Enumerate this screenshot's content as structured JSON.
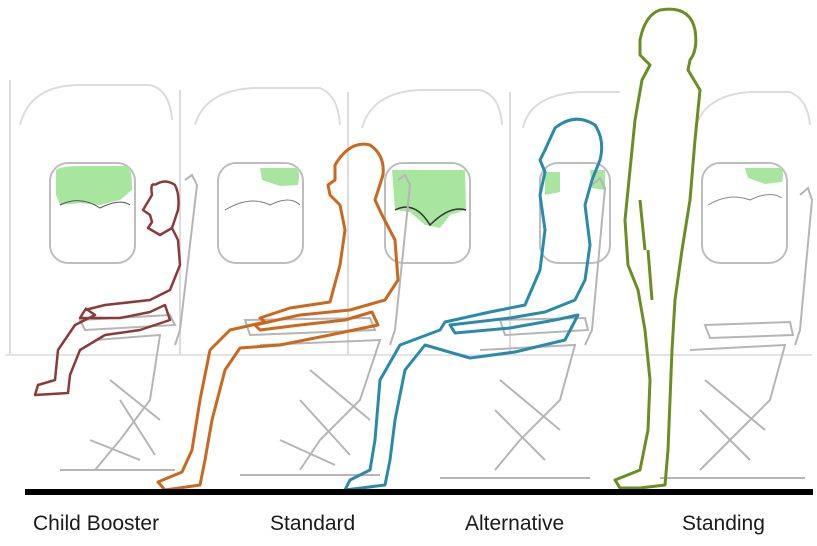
{
  "captions": {
    "child_booster": "Child Booster",
    "standard": "Standard",
    "alternative": "Alternative",
    "standing": "Standing"
  },
  "colors": {
    "child_booster": "#8b3a3a",
    "standard": "#c8691f",
    "alternative": "#2a8aa8",
    "standing": "#6b8e23",
    "window_green": "#a8e6a0",
    "seat_outline": "#b8b8b8",
    "cabin_line": "#d8d8d8",
    "floor": "#000000"
  }
}
